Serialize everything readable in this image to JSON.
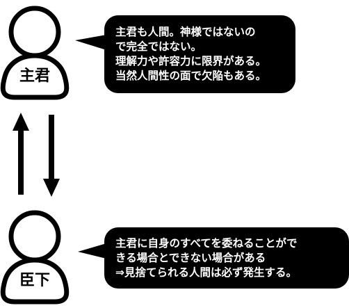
{
  "lord": {
    "label": "主君",
    "bubble_lines": [
      "主君も人間。神様ではないの",
      "で完全ではない。",
      "理解力や許容力に限界がある。",
      "当然人間性の面で欠陥もある。"
    ]
  },
  "retainer": {
    "label": "臣下",
    "bubble_lines": [
      "主君に自身のすべてを委ねることがで",
      "きる場合とできない場合がある",
      "⇒見捨てられる人間は必ず発生する。"
    ]
  },
  "colors": {
    "stroke": "#000000",
    "bubble_fill": "#000000",
    "bubble_text": "#ffffff",
    "background": "#ffffff"
  }
}
